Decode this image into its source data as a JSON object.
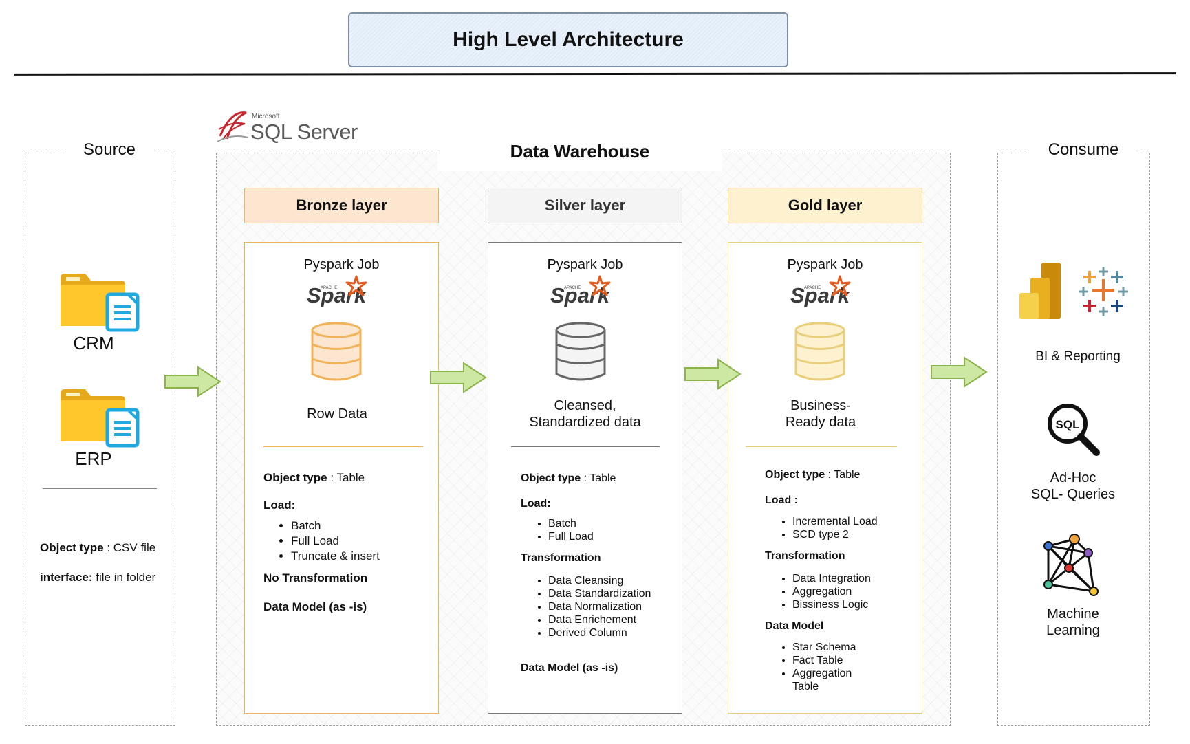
{
  "title": "High Level Architecture",
  "source": {
    "title": "Source",
    "items": [
      {
        "label": "CRM",
        "icon": "folder-document-icon"
      },
      {
        "label": "ERP",
        "icon": "folder-document-icon"
      }
    ],
    "object_type_label": "Object type",
    "object_type_value": " : CSV file",
    "interface_label": "interface:",
    "interface_value": " file in folder"
  },
  "warehouse": {
    "logo_small": "Microsoft",
    "logo_main": "SQL Server",
    "title": "Data Warehouse",
    "layers": [
      {
        "name": "Bronze layer",
        "job": "Pyspark Job",
        "spark_small": "APACHE",
        "spark_main": "Spark",
        "caption_1": "Row Data",
        "caption_2": "",
        "object_type_label": "Object type",
        "object_type_value": " : Table",
        "load_label": "Load:",
        "load_items": [
          "Batch",
          "Full Load",
          "Truncate & insert"
        ],
        "transformation_label": "No Transformation",
        "data_model_label": "Data Model (as -is)",
        "accent": "#f0b359",
        "header_bg": "#fde6d0"
      },
      {
        "name": "Silver layer",
        "job": "Pyspark Job",
        "spark_small": "APACHE",
        "spark_main": "Spark",
        "caption_1": "Cleansed,",
        "caption_2": "Standardized data",
        "object_type_label": "Object type",
        "object_type_value": " : Table",
        "load_label": "Load:",
        "load_items": [
          "Batch",
          "Full Load"
        ],
        "transformation_label": "Transformation",
        "transformation_items": [
          "Data Cleansing",
          "Data Standardization",
          "Data Normalization",
          "Data Enrichement",
          "Derived Column"
        ],
        "data_model_label": "Data Model (as -is)",
        "accent": "#777777",
        "header_bg": "#f4f4f4"
      },
      {
        "name": "Gold layer",
        "job": "Pyspark Job",
        "spark_small": "APACHE",
        "spark_main": "Spark",
        "caption_1": "Business-",
        "caption_2": "Ready data",
        "object_type_label": "Object type",
        "object_type_value": " : Table",
        "load_label": "Load :",
        "load_items": [
          "Incremental Load",
          "SCD type 2"
        ],
        "transformation_label": "Transformation",
        "transformation_items": [
          "Data Integration",
          "Aggregation",
          "Bissiness Logic"
        ],
        "data_model_label": "Data Model",
        "data_model_items": [
          "Star Schema",
          "Fact Table",
          "Aggregation Table"
        ],
        "accent": "#e9cf7c",
        "header_bg": "#fdf1cf"
      }
    ]
  },
  "consume": {
    "title": "Consume",
    "items": [
      {
        "label_1": "BI & Reporting",
        "label_2": "",
        "icons": [
          "power-bi-icon",
          "tableau-icon"
        ]
      },
      {
        "label_1": "Ad-Hoc",
        "label_2": "SQL- Queries",
        "icons": [
          "sql-search-icon"
        ]
      },
      {
        "label_1": "Machine",
        "label_2": "Learning",
        "icons": [
          "network-graph-icon"
        ]
      }
    ],
    "sql_badge": "SQL"
  },
  "colors": {
    "arrow_fill": "#cde8a2",
    "arrow_stroke": "#8bb34a",
    "folder": "#ffc72c",
    "doc": "#1fa9df",
    "spark_orange": "#e25a1c"
  }
}
